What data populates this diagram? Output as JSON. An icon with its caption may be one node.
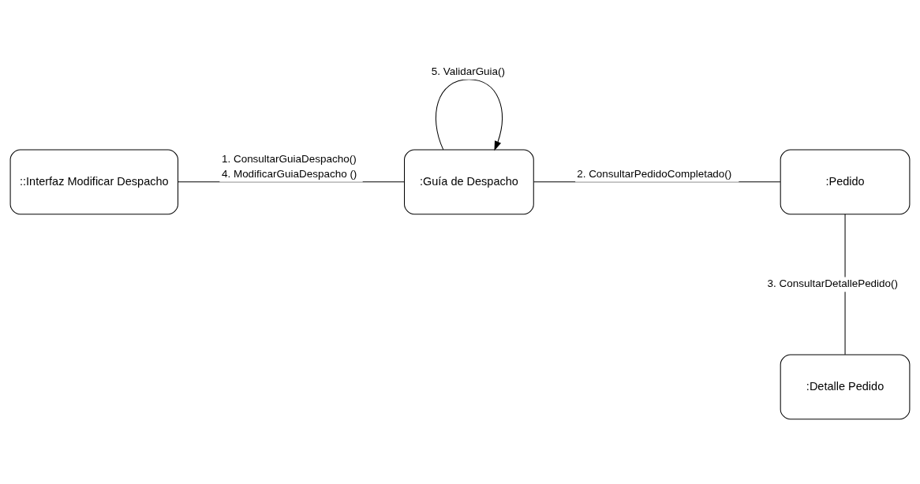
{
  "diagram": {
    "nodes": [
      {
        "text": [
          "::Interfaz Modificar Despacho"
        ]
      },
      {
        "text": [
          ":Guía de Despacho"
        ]
      },
      {
        "text": [
          ":Pedido"
        ]
      },
      {
        "text": [
          ":Detalle Pedido"
        ]
      }
    ],
    "edges": [
      {
        "from": 0,
        "to": 1,
        "arrow": "none",
        "label": [
          "1. ConsultarGuiaDespacho()",
          "4. ModificarGuiaDespacho ()"
        ]
      },
      {
        "from": 1,
        "to": 2,
        "arrow": "none",
        "label": [
          "2. ConsultarPedidoCompletado()"
        ]
      },
      {
        "from": 1,
        "to": 1,
        "arrow": "to",
        "label": [
          "5. ValidarGuia()"
        ]
      },
      {
        "from": 2,
        "to": 3,
        "arrow": "none",
        "label": [
          "3. ConsultarDetallePedido()"
        ]
      }
    ]
  }
}
